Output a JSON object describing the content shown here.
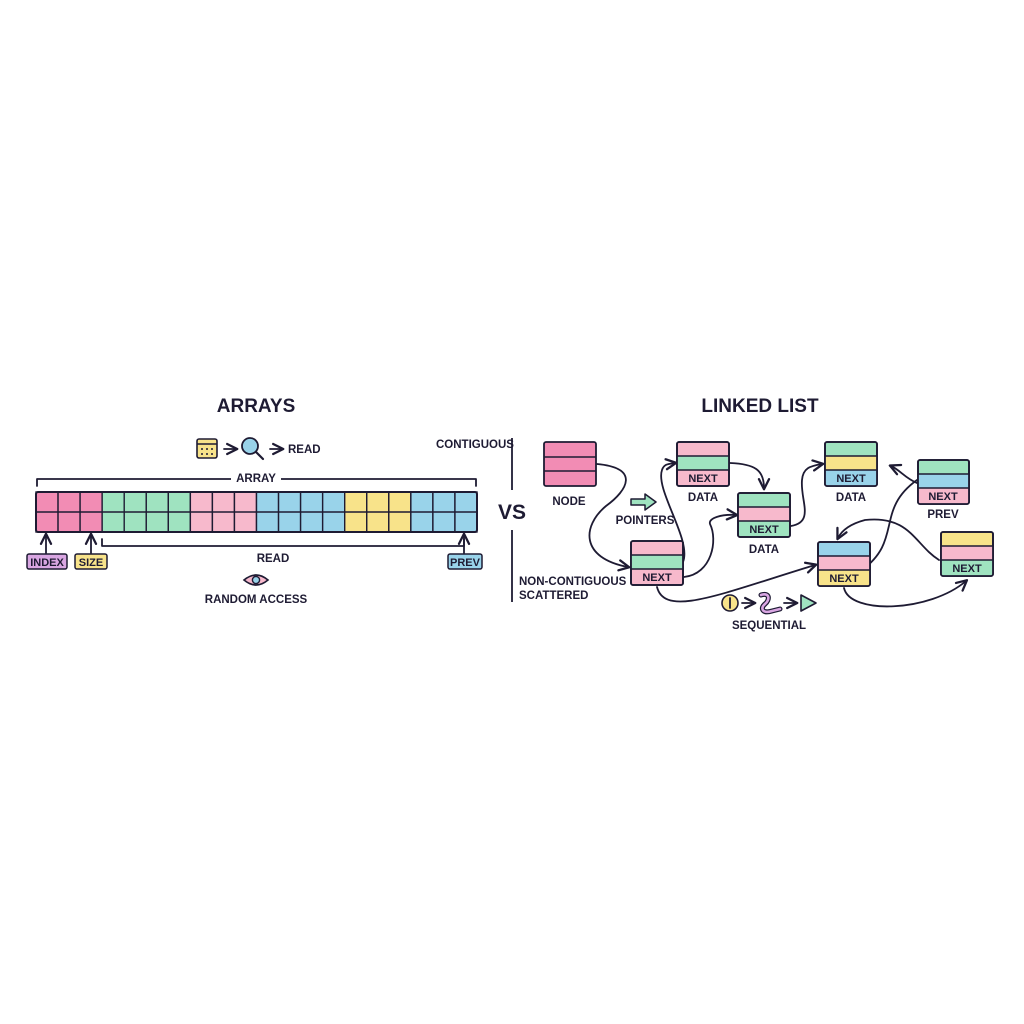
{
  "colors": {
    "ink": "#1e1b33",
    "pink": "#f28cb4",
    "light_pink": "#f7b9cc",
    "green": "#9fe3c0",
    "blue": "#99d3ea",
    "yellow": "#f8e38a",
    "purple": "#d9a6e2"
  },
  "arrays": {
    "title": "ARRAYS",
    "read_top": "READ",
    "bracket_label": "ARRAY",
    "cell_colors": [
      "pink",
      "pink",
      "pink",
      "green",
      "green",
      "green",
      "green",
      "light_pink",
      "light_pink",
      "light_pink",
      "blue",
      "blue",
      "blue",
      "blue",
      "yellow",
      "yellow",
      "yellow",
      "blue",
      "blue",
      "blue"
    ],
    "tag_index": "INDEX",
    "tag_size": "SIZE",
    "tag_prev": "PREV",
    "read_bottom": "READ",
    "random_access": "RANDOM ACCESS",
    "icons": [
      "calendar-icon",
      "magnifier-icon",
      "eye-icon"
    ]
  },
  "divider": {
    "contiguous": "CONTIGUOUS",
    "vs": "VS",
    "non_contiguous": "NON-CONTIGUOUS",
    "scattered": "SCATTERED"
  },
  "linked_list": {
    "title": "LINKED LIST",
    "node_label": "NODE",
    "pointers_label": "POINTERS",
    "data_label_1": "DATA",
    "data_label_2": "DATA",
    "data_label_3": "DATA",
    "prev_label": "PREV",
    "sequential": "SEQUENTIAL",
    "next": "NEXT",
    "icons": [
      "arrow-right-icon",
      "info-icon",
      "squiggle-icon",
      "play-icon"
    ]
  }
}
